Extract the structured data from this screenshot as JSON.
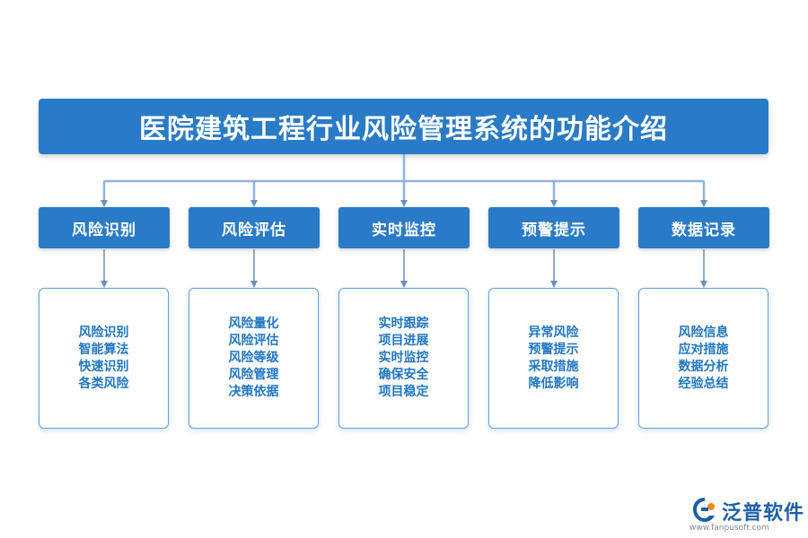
{
  "title": "医院建筑工程行业风险管理系统的功能介绍",
  "colors": {
    "box_fill": "#2a7bc7",
    "connector": "#8fb3dd",
    "detail_border": "#5fa0da",
    "detail_text": "#2176c2"
  },
  "columns": [
    {
      "heading": "风险识别",
      "items": [
        "风险识别",
        "智能算法",
        "快速识别",
        "各类风险"
      ]
    },
    {
      "heading": "风险评估",
      "items": [
        "风险量化",
        "风险评估",
        "风险等级",
        "风险管理",
        "决策依据"
      ]
    },
    {
      "heading": "实时监控",
      "items": [
        "实时跟踪",
        "项目进展",
        "实时监控",
        "确保安全",
        "项目稳定"
      ]
    },
    {
      "heading": "预警提示",
      "items": [
        "异常风险",
        "预警提示",
        "采取措施",
        "降低影响"
      ]
    },
    {
      "heading": "数据记录",
      "items": [
        "风险信息",
        "应对措施",
        "数据分析",
        "经验总结"
      ]
    }
  ],
  "logo": {
    "name": "泛普软件",
    "url": "www.fanpusoft.com",
    "icon": "fanpu-logo-icon"
  }
}
